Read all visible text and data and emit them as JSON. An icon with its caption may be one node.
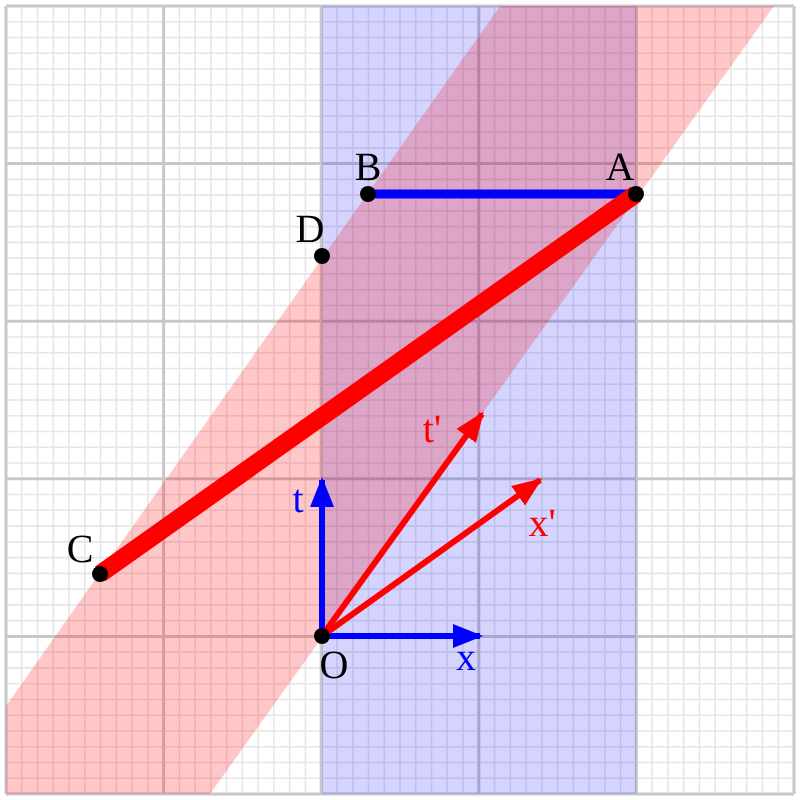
{
  "diagram": {
    "nodes": [
      {
        "text": [
          "A"
        ]
      },
      {
        "text": [
          "B"
        ]
      },
      {
        "text": [
          "C"
        ]
      },
      {
        "text": [
          "D"
        ]
      },
      {
        "text": [
          "O"
        ]
      }
    ],
    "edges": [
      {
        "from": 1,
        "to": 0,
        "arrow": "none",
        "color": "#0000ff"
      },
      {
        "from": 2,
        "to": 0,
        "arrow": "none",
        "style": "thick",
        "color": "#ff0000"
      }
    ],
    "labels": [
      "t",
      "x",
      "t'",
      "x'"
    ]
  }
}
